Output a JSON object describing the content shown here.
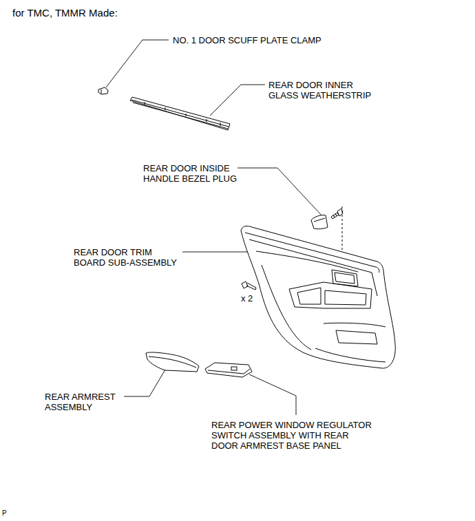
{
  "diagram": {
    "title": "for TMC, TMMR Made:",
    "labels": [
      "NO. 1 DOOR SCUFF PLATE CLAMP",
      "REAR DOOR INNER GLASS WEATHERSTRIP",
      "REAR DOOR INSIDE HANDLE BEZEL PLUG",
      "REAR DOOR TRIM BOARD SUB-ASSEMBLY",
      "x 2",
      "REAR ARMREST ASSEMBLY",
      "REAR POWER WINDOW REGULATOR SWITCH ASSEMBLY WITH REAR DOOR ARMREST BASE PANEL",
      "P"
    ]
  }
}
